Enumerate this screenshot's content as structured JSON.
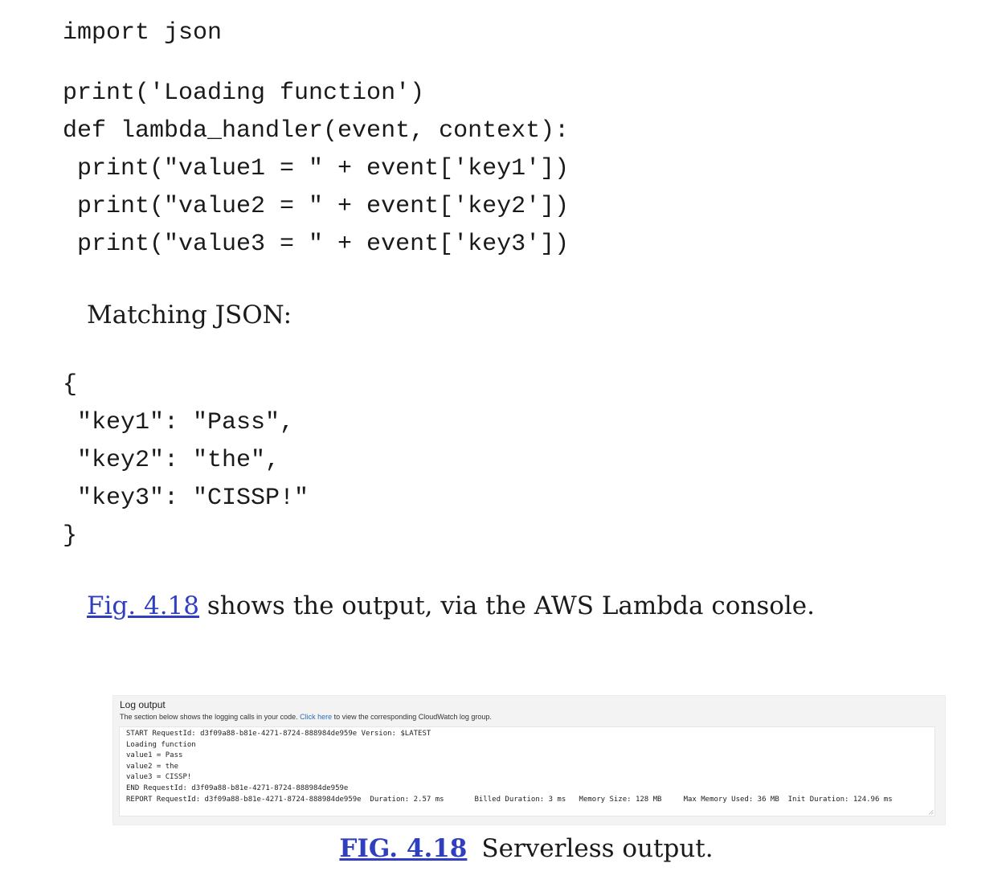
{
  "code": {
    "import_line": "import json",
    "body": "print('Loading function')\ndef lambda_handler(event, context):\n print(\"value1 = \" + event['key1'])\n print(\"value2 = \" + event['key2'])\n print(\"value3 = \" + event['key3'])"
  },
  "matching_label": "Matching JSON:",
  "json_block": "{\n \"key1\": \"Pass\",\n \"key2\": \"the\",\n \"key3\": \"CISSP!\"\n}",
  "output_paragraph": {
    "link_text": "Fig. 4.18",
    "text": " shows the output, via the AWS Lambda console."
  },
  "log_panel": {
    "title": "Log output",
    "description_before": "The section below shows the logging calls in your code. ",
    "link_text": "Click here",
    "description_after": " to view the corresponding CloudWatch log group.",
    "log_text": "START RequestId: d3f09a88-b81e-4271-8724-888984de959e Version: $LATEST\nLoading function\nvalue1 = Pass\nvalue2 = the\nvalue3 = CISSP!\nEND RequestId: d3f09a88-b81e-4271-8724-888984de959e\nREPORT RequestId: d3f09a88-b81e-4271-8724-888984de959e  Duration: 2.57 ms       Billed Duration: 3 ms   Memory Size: 128 MB     Max Memory Used: 36 MB  Init Duration: 124.96 ms"
  },
  "caption": {
    "label": "FIG. 4.18",
    "text": "Serverless output."
  },
  "colors": {
    "link": "#2f3fbf",
    "console_link": "#2a6ebb",
    "panel_background": "#f3f3f3"
  }
}
